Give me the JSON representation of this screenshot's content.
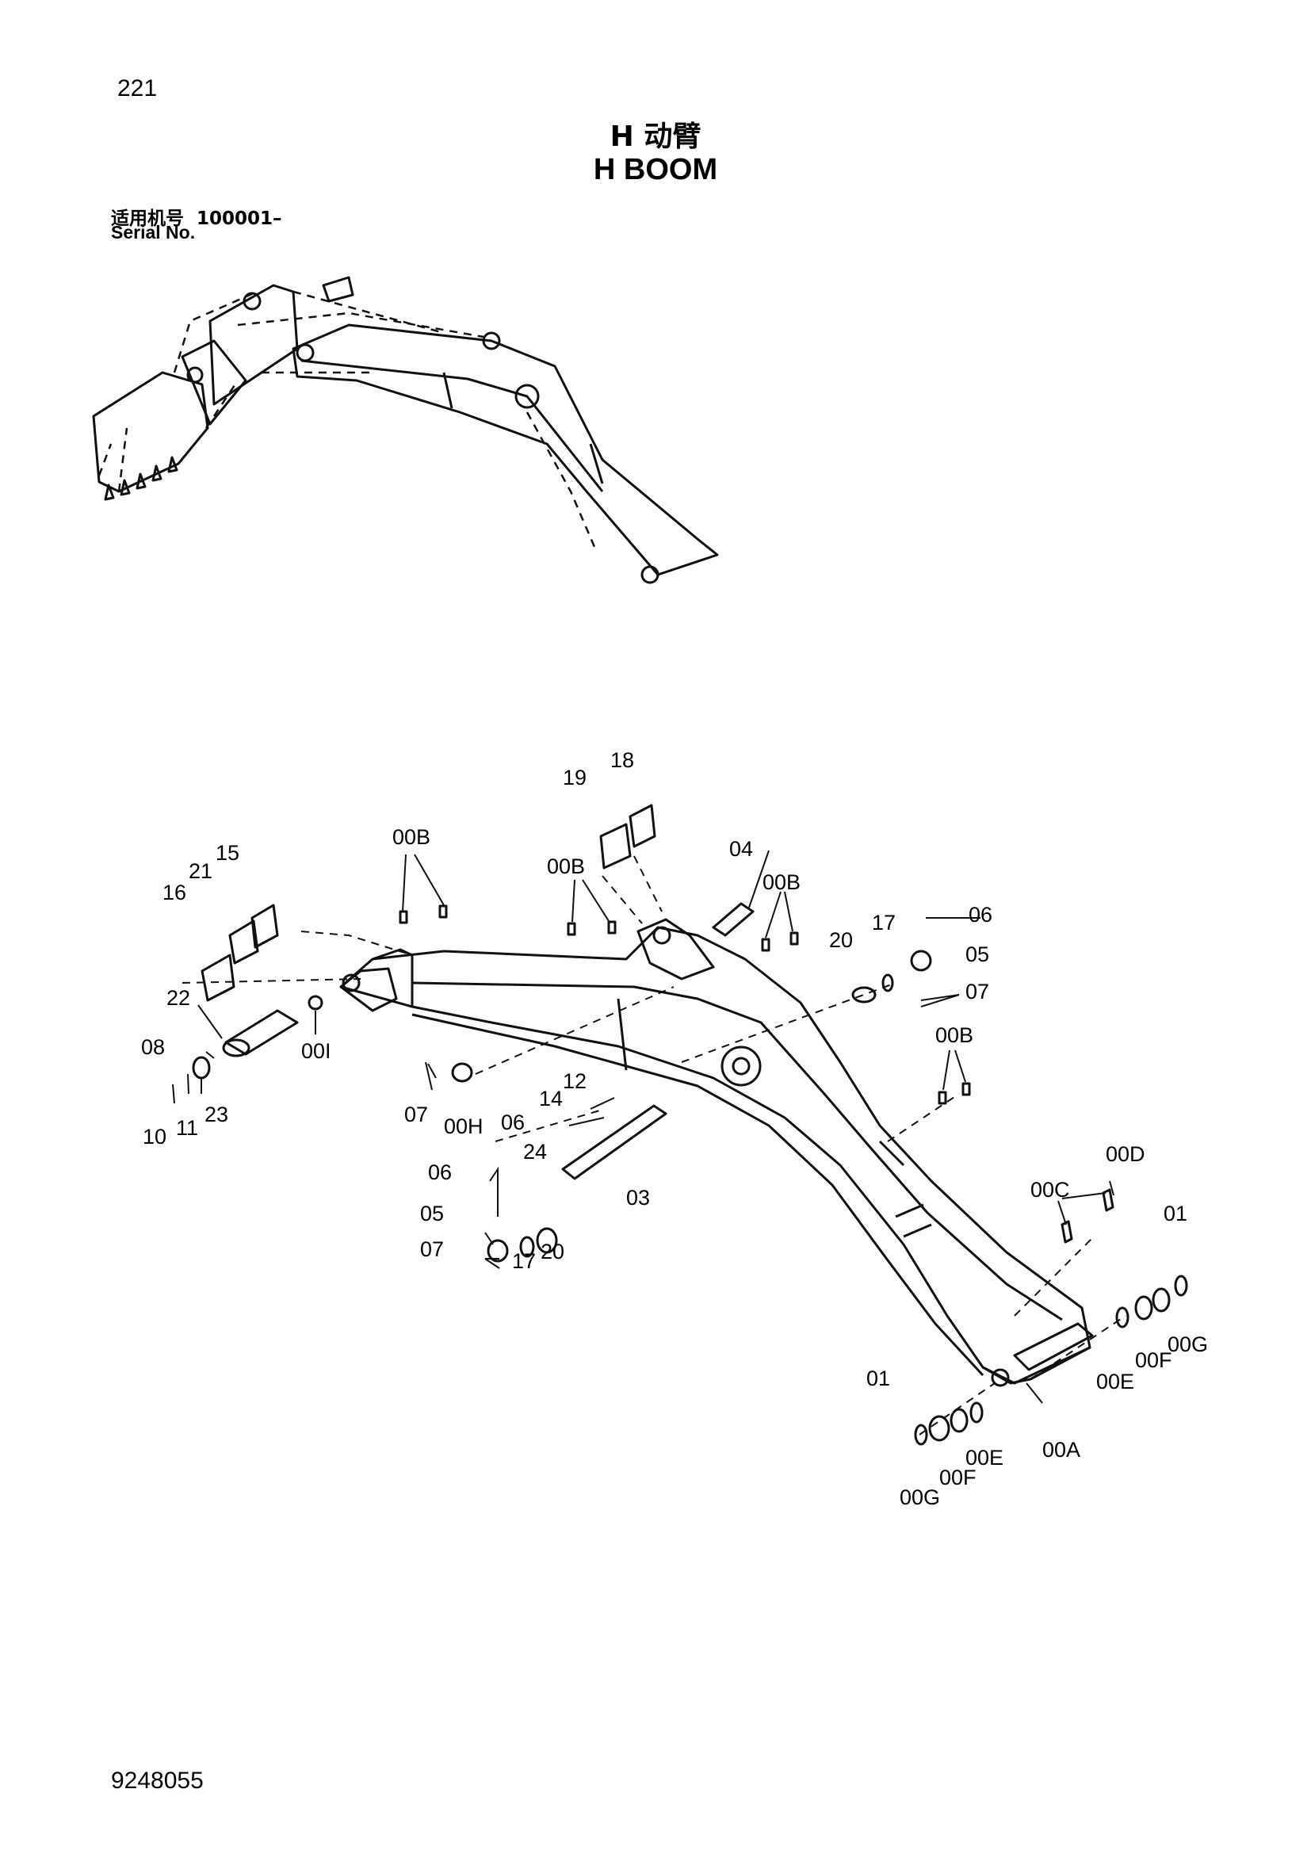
{
  "page_number": "221",
  "title_cn": "H 动臂",
  "title_en": "H BOOM",
  "serial": {
    "label_cn": "适用机号",
    "range": "100001–",
    "label_en": "Serial No."
  },
  "document_number": "9248055",
  "part_labels": [
    "18",
    "19",
    "00B",
    "04",
    "15",
    "21",
    "00B",
    "00B",
    "16",
    "17",
    "06",
    "20",
    "05",
    "07",
    "22",
    "00B",
    "08",
    "00I",
    "12",
    "07",
    "06",
    "10",
    "11",
    "23",
    "00H",
    "14",
    "24",
    "06",
    "03",
    "00D",
    "05",
    "00C",
    "01",
    "07",
    "17",
    "20",
    "01",
    "00G",
    "00E",
    "00F",
    "00A",
    "00E",
    "00F",
    "00G"
  ]
}
